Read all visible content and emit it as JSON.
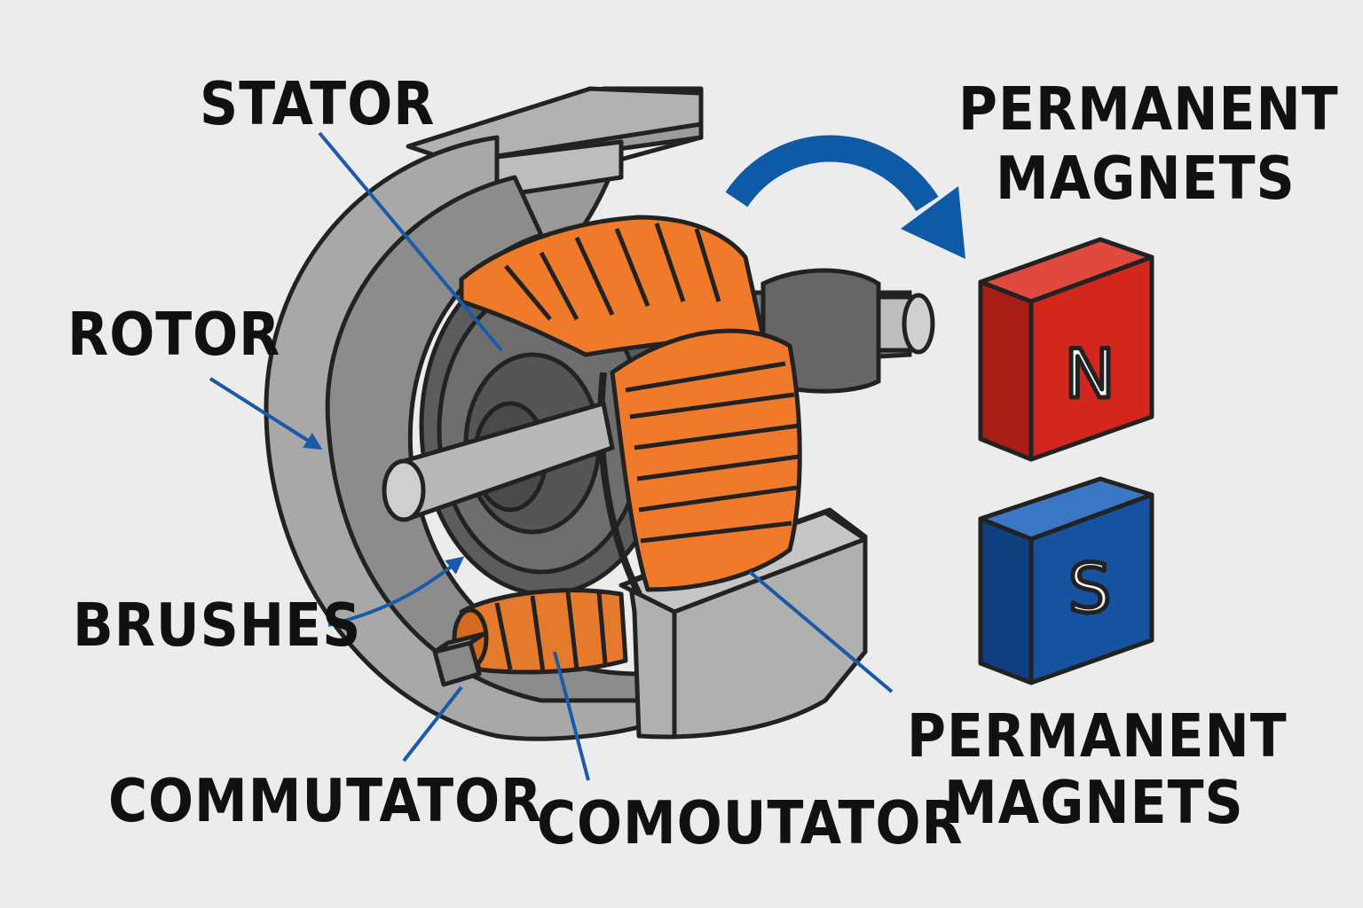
{
  "labels": {
    "stator": "STATOR",
    "rotor": "ROTOR",
    "brushes": "BRUSHES",
    "commutator": "COMMUTATOR",
    "comoutator": "COMOUTATOR",
    "magnets_top_line1": "PERMANENT",
    "magnets_top_line2": "MAGNETS",
    "magnets_bottom_line1": "PERMANENT",
    "magnets_bottom_line2": "MAGNETS"
  },
  "magnets": {
    "north": {
      "letter": "N",
      "color": "#d3261d"
    },
    "south": {
      "letter": "S",
      "color": "#1552a0"
    }
  },
  "colors": {
    "background": "#ececec",
    "housing": "#a6a6a6",
    "housing_dark": "#8a8a8a",
    "core": "#6f6f6f",
    "coil": "#ee7a2a",
    "shaft": "#c4c4c4",
    "leader": "#1a5aa8",
    "outline": "#222222"
  }
}
